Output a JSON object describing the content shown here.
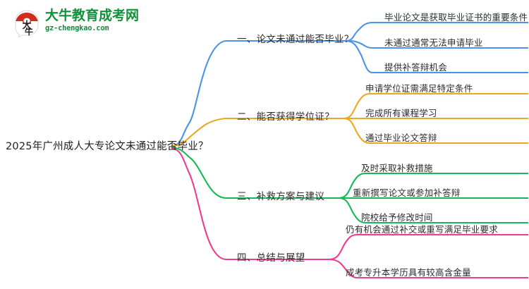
{
  "brand": {
    "logo_icon": "daniu-speech-bubble-logo",
    "name_cn": "大牛教育成考网",
    "domain": "gz-chengkao.com",
    "color": "#12913a"
  },
  "mindmap": {
    "root": {
      "label": "2025年广州成人大专论文未通过能否毕业？"
    },
    "branches": [
      {
        "label": "一、论文未通过能否毕业？",
        "color": "#4a93e8",
        "children": [
          {
            "label": "毕业论文是获取毕业证书的重要条件"
          },
          {
            "label": "未通过通常无法申请毕业"
          },
          {
            "label": "提供补答辩机会"
          }
        ]
      },
      {
        "label": "二、能否获得学位证？",
        "color": "#eaa723",
        "children": [
          {
            "label": "申请学位证需满足特定条件"
          },
          {
            "label": "完成所有课程学习"
          },
          {
            "label": "通过毕业论文答辩"
          }
        ]
      },
      {
        "label": "三、补救方案与建议",
        "color": "#13ba57",
        "children": [
          {
            "label": "及时采取补救措施"
          },
          {
            "label": "重新撰写论文或参加补答辩"
          },
          {
            "label": "院校给予修改时间"
          }
        ]
      },
      {
        "label": "四、总结与展望",
        "color": "#ec3d92",
        "children": [
          {
            "label": "仍有机会通过补交或重写满足毕业要求"
          },
          {
            "label": "成考专升本学历具有较高含金量"
          }
        ]
      }
    ]
  }
}
